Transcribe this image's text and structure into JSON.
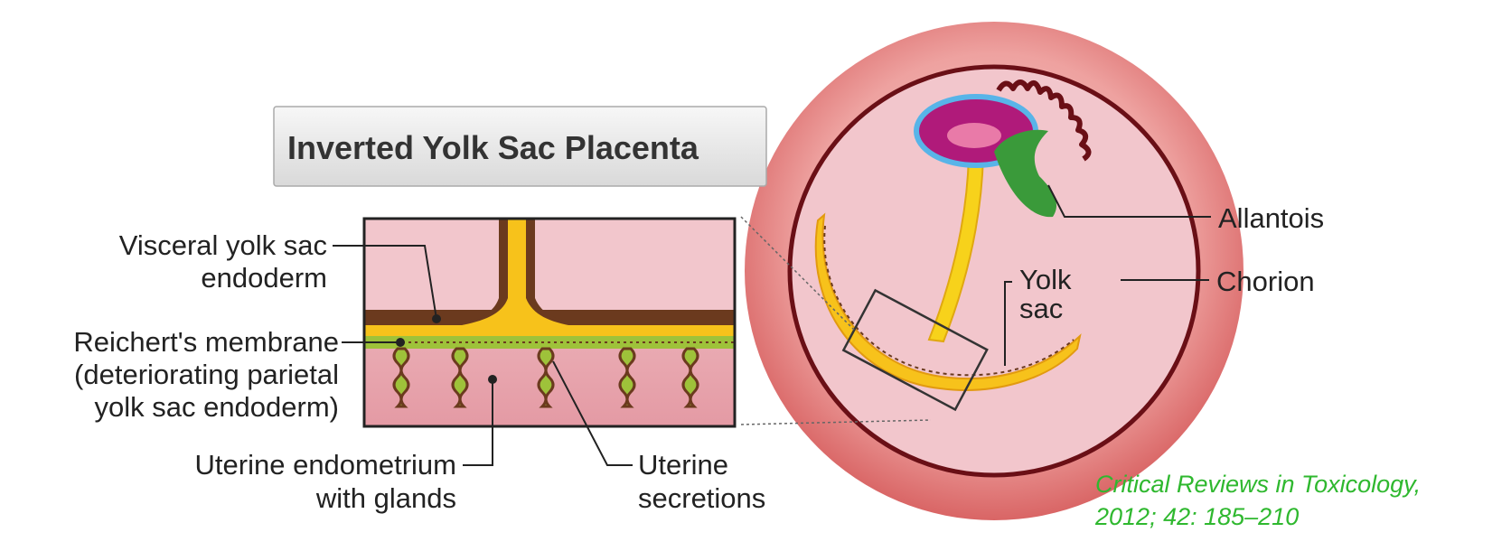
{
  "title": "Inverted  Yolk Sac Placenta",
  "labels": {
    "visceral_1": "Visceral yolk sac",
    "visceral_2": "endoderm",
    "reichert_1": "Reichert's membrane",
    "reichert_2": "(deteriorating parietal",
    "reichert_3": "yolk sac endoderm)",
    "uterine_endo_1": "Uterine endometrium",
    "uterine_endo_2": "with glands",
    "uterine_sec_1": "Uterine",
    "uterine_sec_2": "secretions",
    "yolk_1": "Yolk",
    "yolk_2": "sac",
    "allantois": "Allantois",
    "chorion": "Chorion"
  },
  "citation": {
    "line1": "Critical Reviews in Toxicology,",
    "line2": "2012; 42: 185–210"
  },
  "colors": {
    "background_pink": "#f2c6cc",
    "uterine_pink": "#e8a8b0",
    "outer_sphere": "#d96565",
    "chorion": "#6a0f16",
    "endoderm_brown": "#6b3a1e",
    "yolk_yellow": "#f7c21b",
    "reichert_green": "#9ec23a",
    "allantois_green": "#3a9a3a",
    "placenta_magenta": "#b01a7a",
    "citation_green": "#2fb82f"
  }
}
